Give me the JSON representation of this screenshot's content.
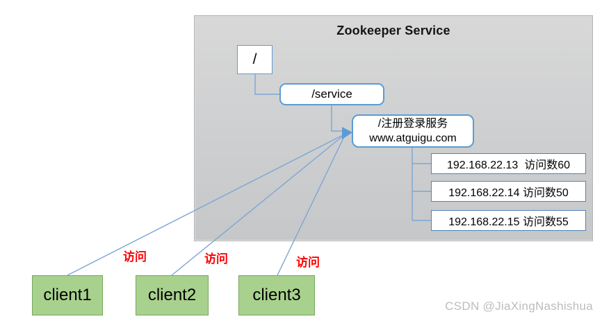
{
  "panel": {
    "title": "Zookeeper Service"
  },
  "tree": {
    "root_label": "/",
    "service_label": "/service",
    "registration": {
      "line1": "/注册登录服务",
      "line2": "www.atguigu.com"
    },
    "servers": [
      "192.168.22.13  访问数60",
      "192.168.22.14 访问数50",
      "192.168.22.15 访问数55"
    ]
  },
  "clients": [
    "client1",
    "client2",
    "client3"
  ],
  "access_labels": [
    "访问",
    "访问",
    "访问"
  ],
  "watermark": "CSDN @JiaXingNashishua",
  "colors": {
    "accent_blue": "#5b9bd5",
    "line_blue": "#7ea6d4",
    "server_border": "#4f81bd",
    "client_green": "#a9d18e",
    "client_border": "#74a85a",
    "access_red": "#ff0000",
    "panel_top": "#d8d8d8",
    "panel_bottom": "#c5c7c9",
    "watermark_gray": "#bcbcbc"
  }
}
